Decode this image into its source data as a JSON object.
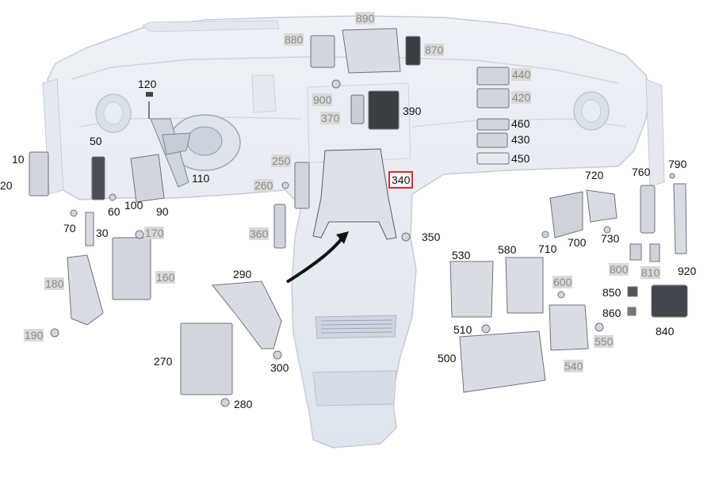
{
  "highlight_color": "#e0262b",
  "part_colors": {
    "body": "#e6ebf3",
    "body_edge": "#c4ccd9",
    "module": "#d2d6dc",
    "dark_module": "#3a3d42"
  },
  "labels": {
    "p10": "10",
    "p20": "20",
    "p30": "30",
    "p50": "50",
    "p60": "60",
    "p70": "70",
    "p90": "90",
    "p100": "100",
    "p110": "110",
    "p120": "120",
    "p160": "160",
    "p170": "170",
    "p180": "180",
    "p190": "190",
    "p250": "250",
    "p260": "260",
    "p270": "270",
    "p280": "280",
    "p290": "290",
    "p300": "300",
    "p340": "340",
    "p350": "350",
    "p360": "360",
    "p370": "370",
    "p390": "390",
    "p420": "420",
    "p430": "430",
    "p440": "440",
    "p450": "450",
    "p460": "460",
    "p500": "500",
    "p510": "510",
    "p530": "530",
    "p540": "540",
    "p550": "550",
    "p580": "580",
    "p600": "600",
    "p700": "700",
    "p710": "710",
    "p720": "720",
    "p730": "730",
    "p760": "760",
    "p790": "790",
    "p800": "800",
    "p810": "810",
    "p840": "840",
    "p850": "850",
    "p860": "860",
    "p870": "870",
    "p880": "880",
    "p890": "890",
    "p900": "900",
    "p920": "920"
  }
}
